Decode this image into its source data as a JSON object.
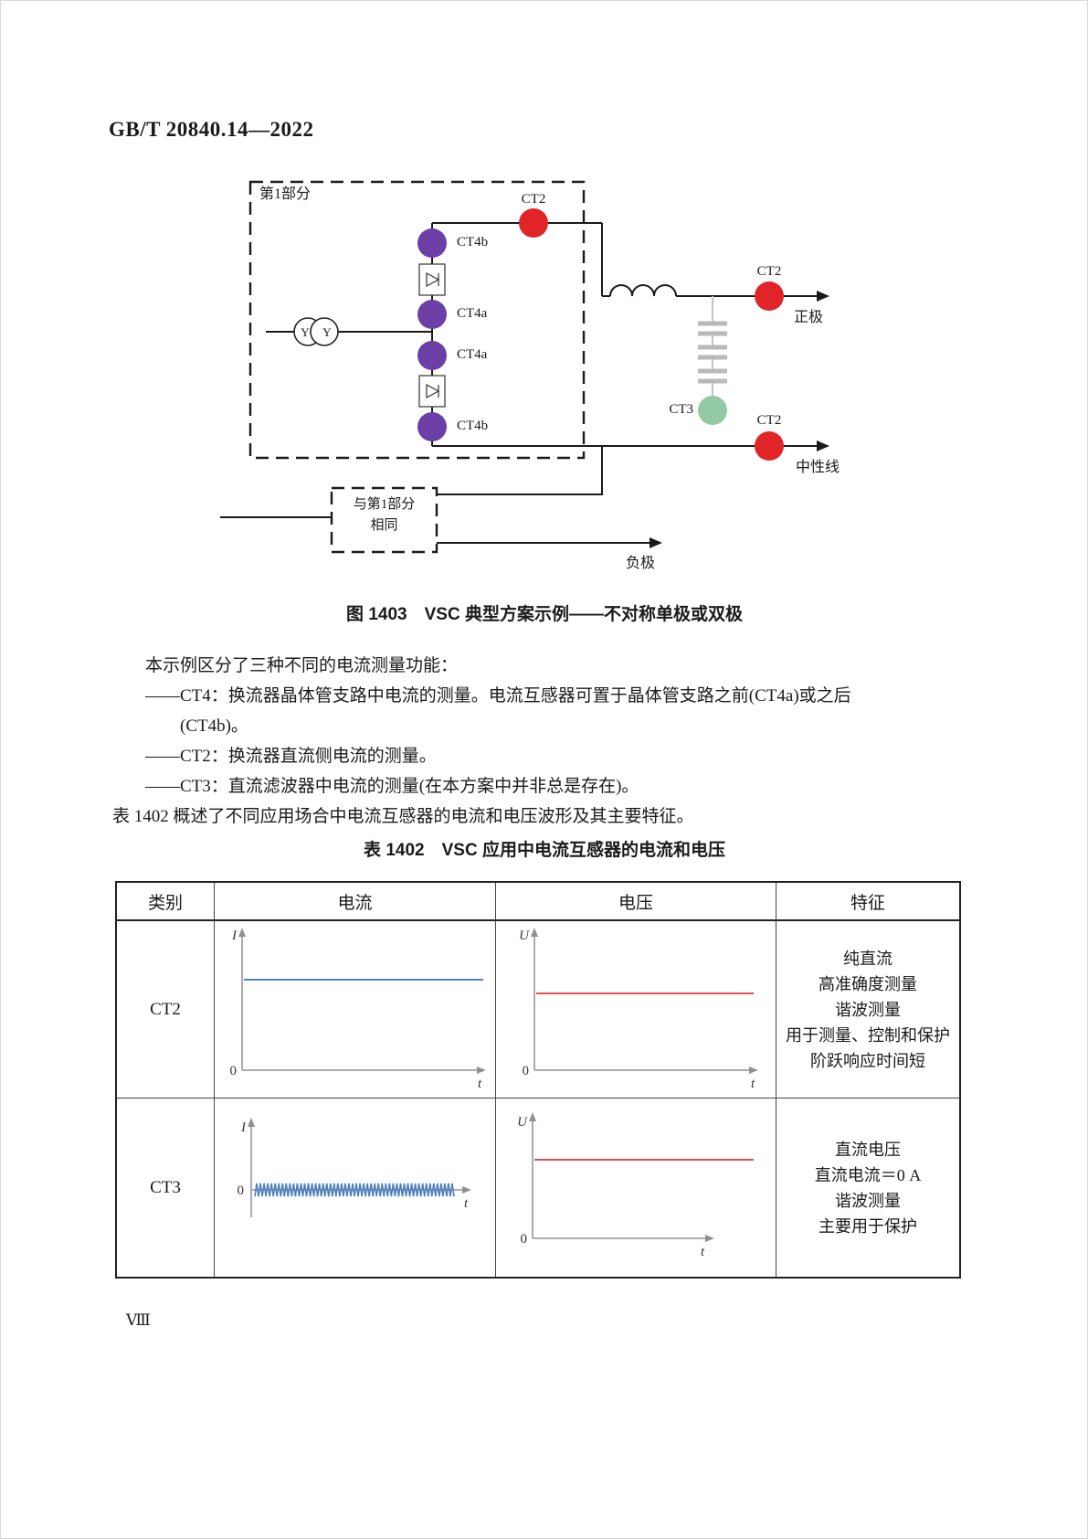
{
  "page": {
    "doc_number": "GB/T 20840.14—2022",
    "page_number": "Ⅷ"
  },
  "figure": {
    "caption": "图 1403　VSC 典型方案示例——不对称单极或双极",
    "part1_label": "第1部分",
    "same_box_line1": "与第1部分",
    "same_box_line2": "相同",
    "transformer_y1": "Y",
    "transformer_y2": "Y",
    "sensors": {
      "ct2_top": "CT2",
      "ct2_positive": "CT2",
      "ct2_neutral": "CT2",
      "ct3": "CT3",
      "ct4b_top": "CT4b",
      "ct4a_upper": "CT4a",
      "ct4a_lower": "CT4a",
      "ct4b_bottom": "CT4b"
    },
    "terminals": {
      "positive": "正极",
      "neutral": "中性线",
      "negative": "负极"
    },
    "colors": {
      "ct2": "#e02428",
      "ct3": "#93c9a4",
      "ct4": "#6b3fa5"
    }
  },
  "body": {
    "intro": "本示例区分了三种不同的电流测量功能：",
    "item_ct4_line1": "——CT4：换流器晶体管支路中电流的测量。电流互感器可置于晶体管支路之前(CT4a)或之后",
    "item_ct4_line2": "(CT4b)。",
    "item_ct2": "——CT2：换流器直流侧电流的测量。",
    "item_ct3": "——CT3：直流滤波器中电流的测量(在本方案中并非总是存在)。",
    "table_ref": "表 1402 概述了不同应用场合中电流互感器的电流和电压波形及其主要特征。"
  },
  "table": {
    "title": "表 1402　VSC 应用中电流互感器的电流和电压",
    "headers": [
      "类别",
      "电流",
      "电压",
      "特征"
    ],
    "rows": [
      {
        "category": "CT2",
        "characteristics": [
          "纯直流",
          "高准确度测量",
          "谐波测量",
          "用于测量、控制和保护",
          "阶跃响应时间短"
        ]
      },
      {
        "category": "CT3",
        "characteristics": [
          "直流电压",
          "直流电流＝0 A",
          "谐波测量",
          "主要用于保护"
        ]
      }
    ]
  },
  "chart_data": [
    {
      "id": "ct2_current",
      "type": "line",
      "row": "CT2",
      "column": "电流",
      "ylabel": "I",
      "xlabel": "t",
      "origin_label": "0",
      "waveform": "constant-dc",
      "color": "#4f81bd",
      "mean_level_fraction": 0.66
    },
    {
      "id": "ct2_voltage",
      "type": "line",
      "row": "CT2",
      "column": "电压",
      "ylabel": "U",
      "xlabel": "t",
      "origin_label": "0",
      "waveform": "constant-dc",
      "color": "#e05050",
      "mean_level_fraction": 0.56
    },
    {
      "id": "ct3_current",
      "type": "line",
      "row": "CT3",
      "column": "电流",
      "ylabel": "I",
      "xlabel": "t",
      "origin_label": "0",
      "waveform": "ripple-around-zero",
      "color": "#4f81bd",
      "mean_level_fraction": 0,
      "amplitude_fraction": 0.09,
      "teeth": 54
    },
    {
      "id": "ct3_voltage",
      "type": "line",
      "row": "CT3",
      "column": "电压",
      "ylabel": "U",
      "xlabel": "t",
      "origin_label": "0",
      "waveform": "constant-dc",
      "color": "#e05050",
      "mean_level_fraction": 0.66
    }
  ]
}
